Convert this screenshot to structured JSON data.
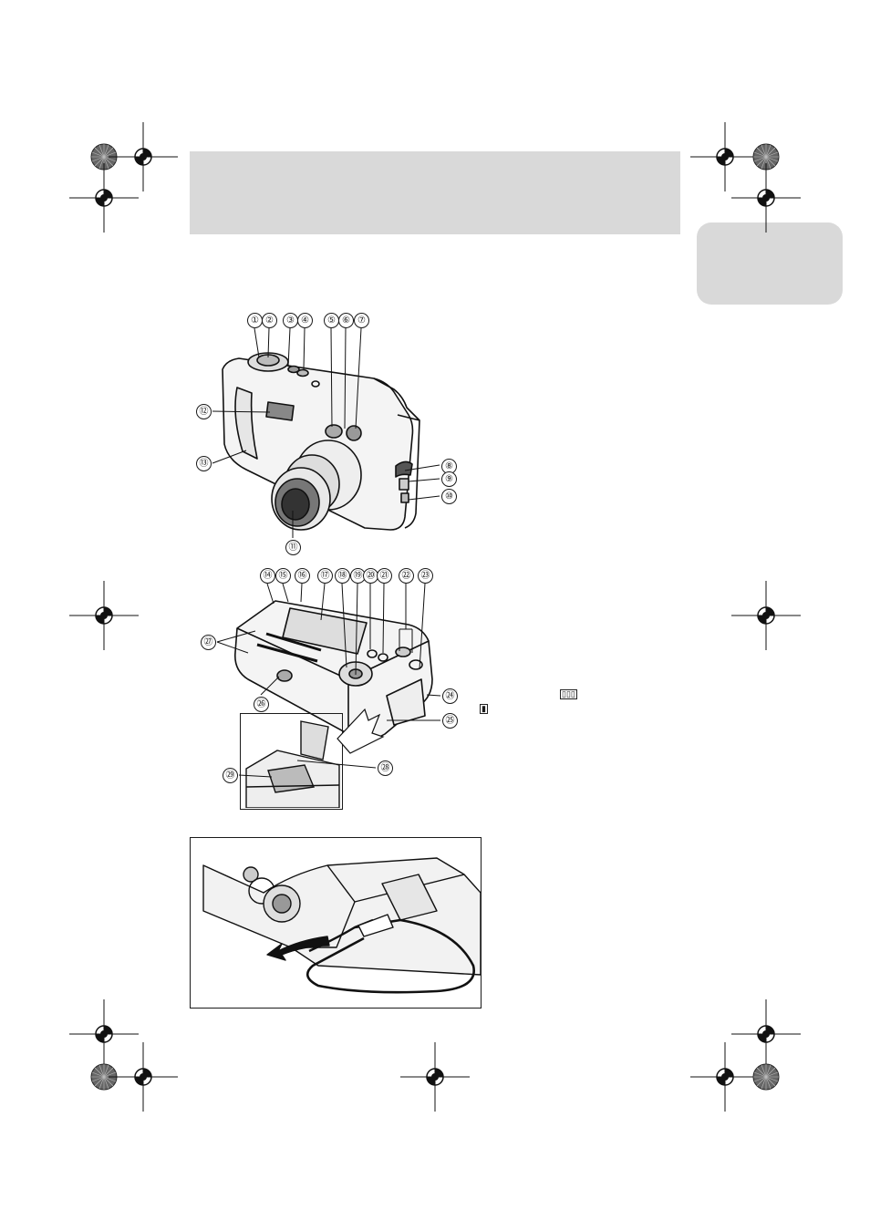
{
  "header": {
    "band_color": "#d9d9d9"
  },
  "side_tab": {
    "color": "#d9d9d9"
  },
  "callouts": {
    "top": [
      "①",
      "②",
      "③",
      "④",
      "⑤",
      "⑥",
      "⑦",
      "⑧",
      "⑨",
      "⑩",
      "⑪",
      "⑫",
      "⑬"
    ],
    "bottom": [
      "⑭",
      "⑮",
      "⑯",
      "⑰",
      "⑱",
      "⑲",
      "⑳",
      "㉑",
      "㉒",
      "㉓",
      "㉔",
      "㉕",
      "㉖",
      "㉗",
      "㉘",
      "㉙"
    ]
  },
  "icons": {
    "registration_marks": "crosshair-icon",
    "color_targets": "starburst-icon",
    "wide_icon": "zoom-wide-icon",
    "tele_icon": "zoom-tele-icon"
  }
}
